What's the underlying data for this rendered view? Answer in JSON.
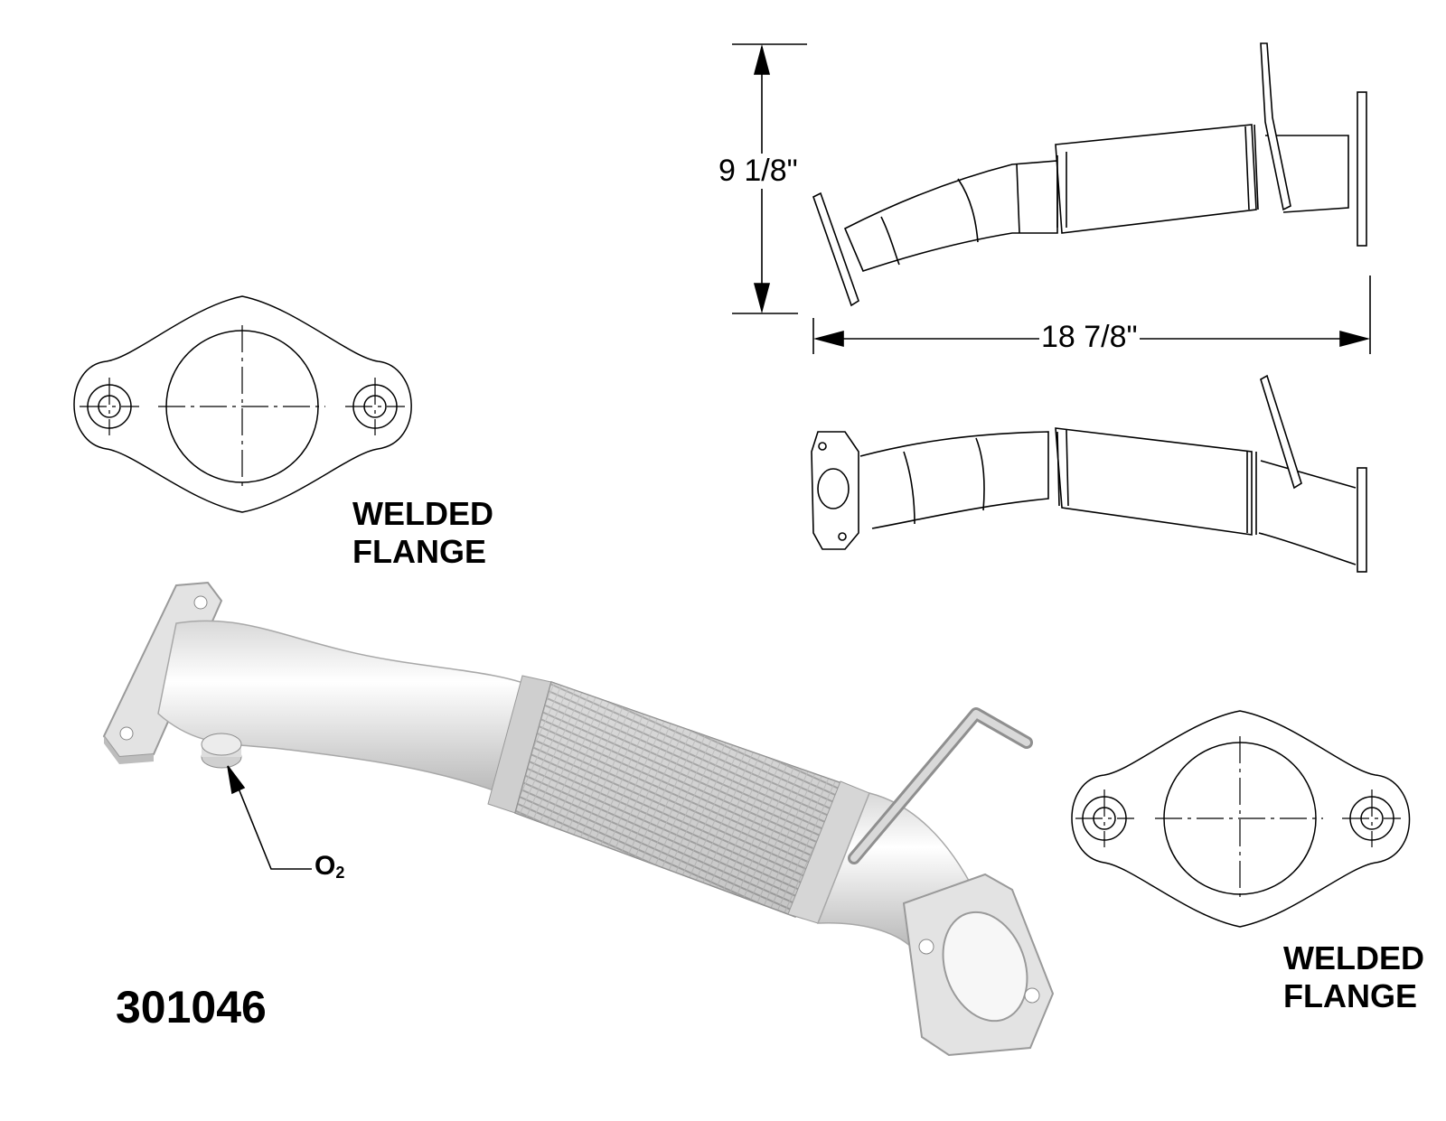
{
  "part_number": "301046",
  "dimensions": {
    "height": "9 1/8\"",
    "length": "18 7/8\""
  },
  "flange_labels": {
    "left": {
      "line1": "WELDED",
      "line2": "FLANGE"
    },
    "right": {
      "line1": "WELDED",
      "line2": "FLANGE"
    }
  },
  "sensor_label": {
    "main": "O",
    "sub": "2"
  },
  "colors": {
    "line": "#000000",
    "pipe_fill": "#f2f2f2",
    "pipe_shade": "#bfbfbf",
    "flex_mesh": "#9a9a9a",
    "flange_fill": "#e3e3e3"
  }
}
